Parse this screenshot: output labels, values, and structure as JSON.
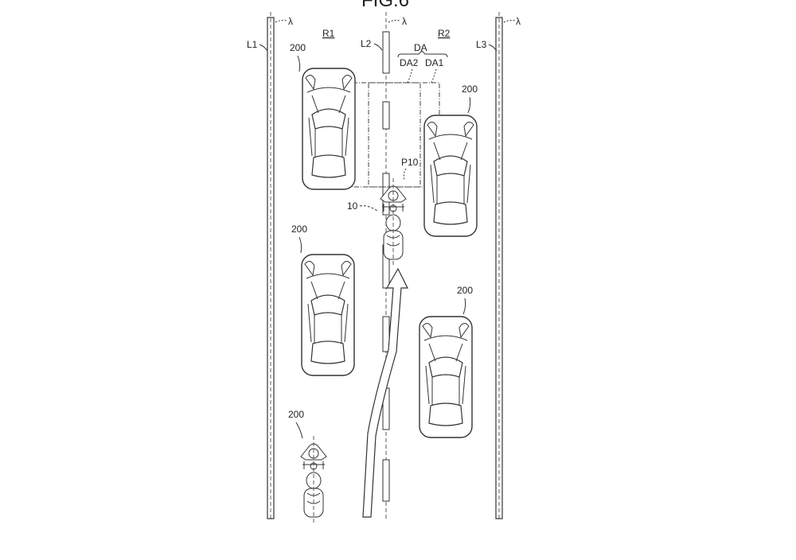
{
  "figure": {
    "title": "FIG.6"
  },
  "labels": {
    "lambda": "λ",
    "lane_r1": "R1",
    "lane_r2": "R2",
    "line_l1": "L1",
    "line_l2": "L2",
    "line_l3": "L3",
    "area_da": "DA",
    "area_da2": "DA2",
    "area_da1": "DA1",
    "point_p10": "P10",
    "ego_vehicle": "10",
    "other_vehicle": "200"
  }
}
